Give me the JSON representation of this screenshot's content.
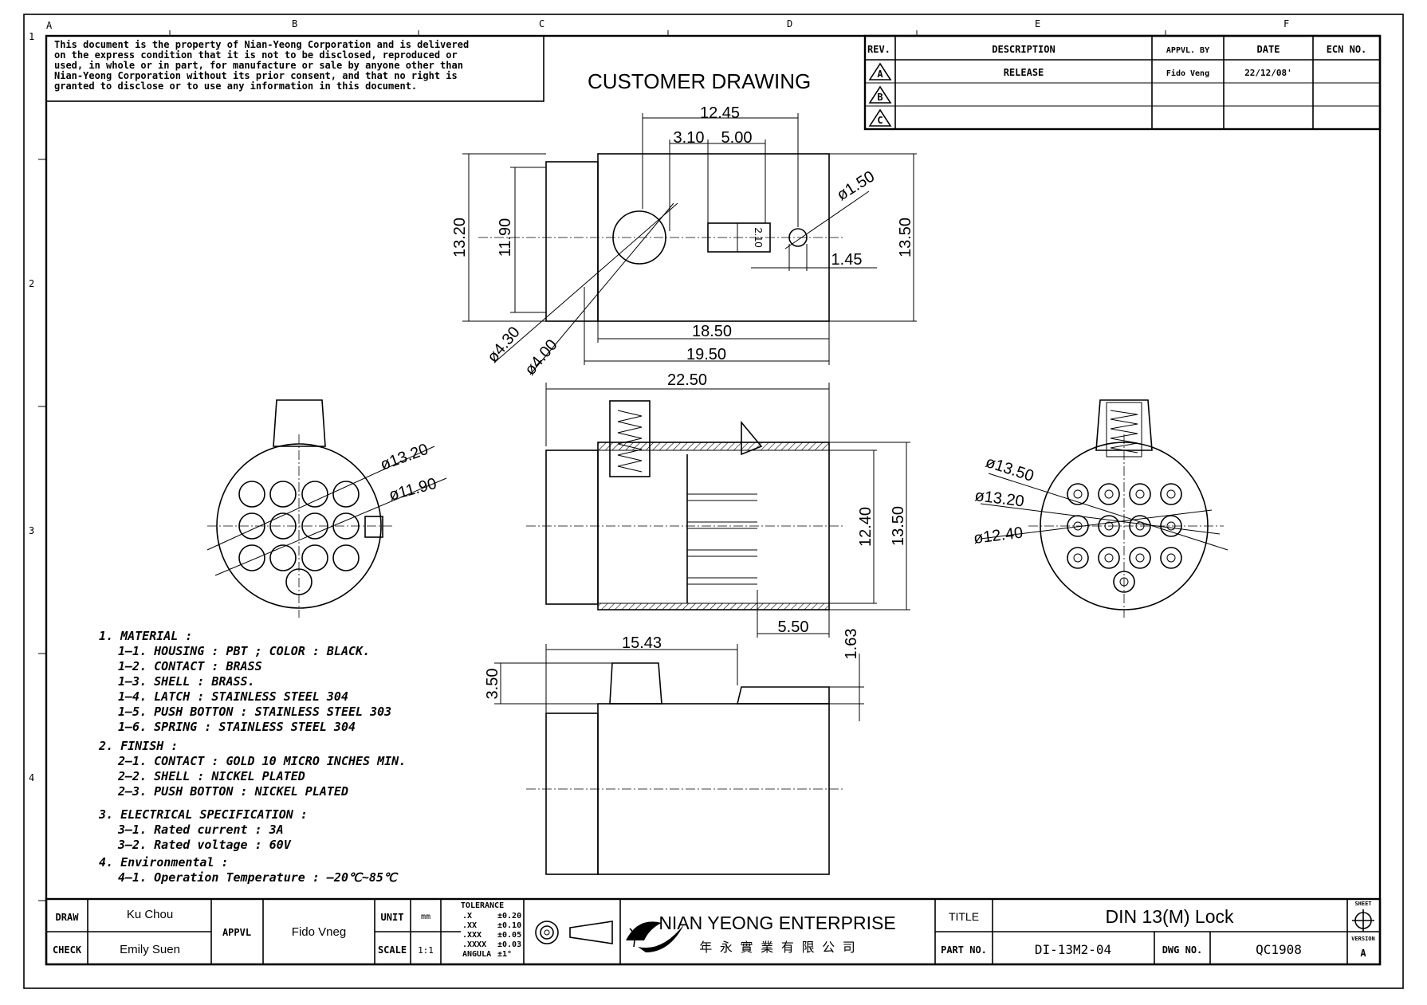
{
  "border": {
    "columns": [
      "A",
      "B",
      "C",
      "D",
      "E",
      "F"
    ],
    "rows": [
      "1",
      "2",
      "3",
      "4"
    ]
  },
  "notice": [
    "This document is the property of Nian-Yeong Corporation and is delivered",
    "on  the  express condition that it is not to be disclosed, reproduced or",
    "used, in whole or in part, for manufacture or sale by anyone other than",
    "Nian-Yeong Corporation without  its prior consent, and that  no right  is",
    "granted to disclose or to use any information in this  document."
  ],
  "heading": "CUSTOMER  DRAWING",
  "revision_table": {
    "headers": [
      "REV.",
      "DESCRIPTION",
      "APPVL. BY",
      "DATE",
      "ECN NO."
    ],
    "rows": [
      [
        "A",
        "RELEASE",
        "Fido Veng",
        "22/12/08'",
        ""
      ],
      [
        "B",
        "",
        "",
        "",
        ""
      ],
      [
        "C",
        "",
        "",
        "",
        ""
      ]
    ]
  },
  "dimensions": {
    "top_view": {
      "w_12_45": "12.45",
      "w_3_10": "3.10",
      "w_5_00": "5.00",
      "h_13_20": "13.20",
      "h_11_90": "11.90",
      "h_13_50": "13.50",
      "dia_1_50": "ø1.50",
      "w_1_45": "1.45",
      "w_18_50": "18.50",
      "w_19_50": "19.50",
      "dia_4_30": "ø4.30",
      "dia_4_00": "ø4.00",
      "slot": "2.10"
    },
    "section_view": {
      "w_22_50": "22.50",
      "h_12_40": "12.40",
      "h_13_50": "13.50",
      "w_5_50": "5.50"
    },
    "bottom_view": {
      "w_15_43": "15.43",
      "h_3_50": "3.50",
      "h_1_63": "1.63"
    },
    "left_face": {
      "dia_13_20": "ø13.20",
      "dia_11_90": "ø11.90"
    },
    "right_face": {
      "dia_13_50": "ø13.50",
      "dia_13_20": "ø13.20",
      "dia_12_40": "ø12.40"
    }
  },
  "notes": [
    "1.  MATERIAL :",
    "1—1.  HOUSING  :  PBT  ;  COLOR  :  BLACK.",
    "1—2.  CONTACT  :  BRASS",
    "1—3.  SHELL  :  BRASS.",
    "1—4.  LATCH  :  STAINLESS  STEEL  304",
    "1—5.  PUSH  BOTTON  :  STAINLESS  STEEL  303",
    "1—6.  SPRING  :  STAINLESS  STEEL  304",
    "2.  FINISH :",
    "2—1.  CONTACT  :  GOLD  10  MICRO  INCHES  MIN.",
    "2—2.  SHELL  :  NICKEL  PLATED",
    "2—3.  PUSH  BOTTON  :  NICKEL  PLATED",
    "3.  ELECTRICAL  SPECIFICATION  :",
    "3—1.  Rated  current  :  3A",
    "3—2.  Rated  voltage  :  60V",
    "4.  Environmental  :",
    "4—1.  Operation  Temperature  :  —20℃~85℃"
  ],
  "title_block": {
    "draw_label": "DRAW",
    "draw_name": "Ku Chou",
    "check_label": "CHECK",
    "check_name": "Emily Suen",
    "appvl_label": "APPVL",
    "appvl_name": "Fido Vneg",
    "unit_label": "UNIT",
    "unit_value": "mm",
    "scale_label": "SCALE",
    "scale_value": "1:1",
    "tolerance_title": "TOLERANCE",
    "tolerances": [
      [
        ".X",
        "±0.20"
      ],
      [
        ".XX",
        "±0.10"
      ],
      [
        ".XXX",
        "±0.05"
      ],
      [
        ".XXXX",
        "±0.03"
      ],
      [
        "ANGULA",
        "±1°"
      ]
    ],
    "company_en": "NIAN YEONG ENTERPRISE",
    "company_zh": "年 永 實 業 有 限 公 司",
    "title_label": "TITLE",
    "title_value": "DIN  13(M)  Lock",
    "part_label": "PART NO.",
    "part_value": "DI-13M2-04",
    "dwg_label": "DWG NO.",
    "dwg_value": "QC1908",
    "sheet_label": "SHEET",
    "version_label": "VERSION",
    "version_value": "A"
  }
}
